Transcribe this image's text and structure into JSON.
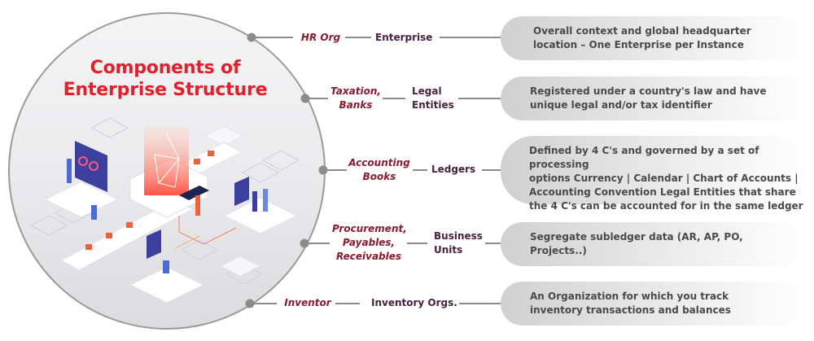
{
  "title": {
    "line1": "Components of",
    "line2": "Enterprise Structure"
  },
  "colors": {
    "title": "#e21f2d",
    "category": "#8b1a2e",
    "component": "#4a2040",
    "connector": "#8c8c8c",
    "description": "#4a4a4a"
  },
  "rows": [
    {
      "category_lines": [
        "HR Org"
      ],
      "component_lines": [
        "Enterprise"
      ],
      "description_lines": [
        "Overall context and global headquarter",
        "location – One Enterprise per Instance"
      ]
    },
    {
      "category_lines": [
        "Taxation,",
        "Banks"
      ],
      "component_lines": [
        "Legal",
        "Entities"
      ],
      "description_lines": [
        "Registered under a country's law and have",
        "unique legal and/or tax identifier"
      ]
    },
    {
      "category_lines": [
        "Accounting",
        "Books"
      ],
      "component_lines": [
        "Ledgers"
      ],
      "description_lines": [
        "Defined by 4 C's and governed by a set of processing",
        "options Currency | Calendar | Chart of Accounts |",
        "Accounting Convention Legal Entities that share",
        "the 4 C's can be accounted for in the same ledger"
      ]
    },
    {
      "category_lines": [
        "Procurement,",
        "Payables,",
        "Receivables"
      ],
      "component_lines": [
        "Business",
        "Units"
      ],
      "description_lines": [
        "Segregate subledger data (AR, AP, PO,",
        "Projects..)"
      ]
    },
    {
      "category_lines": [
        "Inventor"
      ],
      "component_lines": [
        "Inventory Orgs."
      ],
      "description_lines": [
        "An Organization for which you track",
        "inventory transactions and balances"
      ]
    }
  ],
  "illustration": {
    "icon": "isometric-enterprise-illustration-icon"
  }
}
